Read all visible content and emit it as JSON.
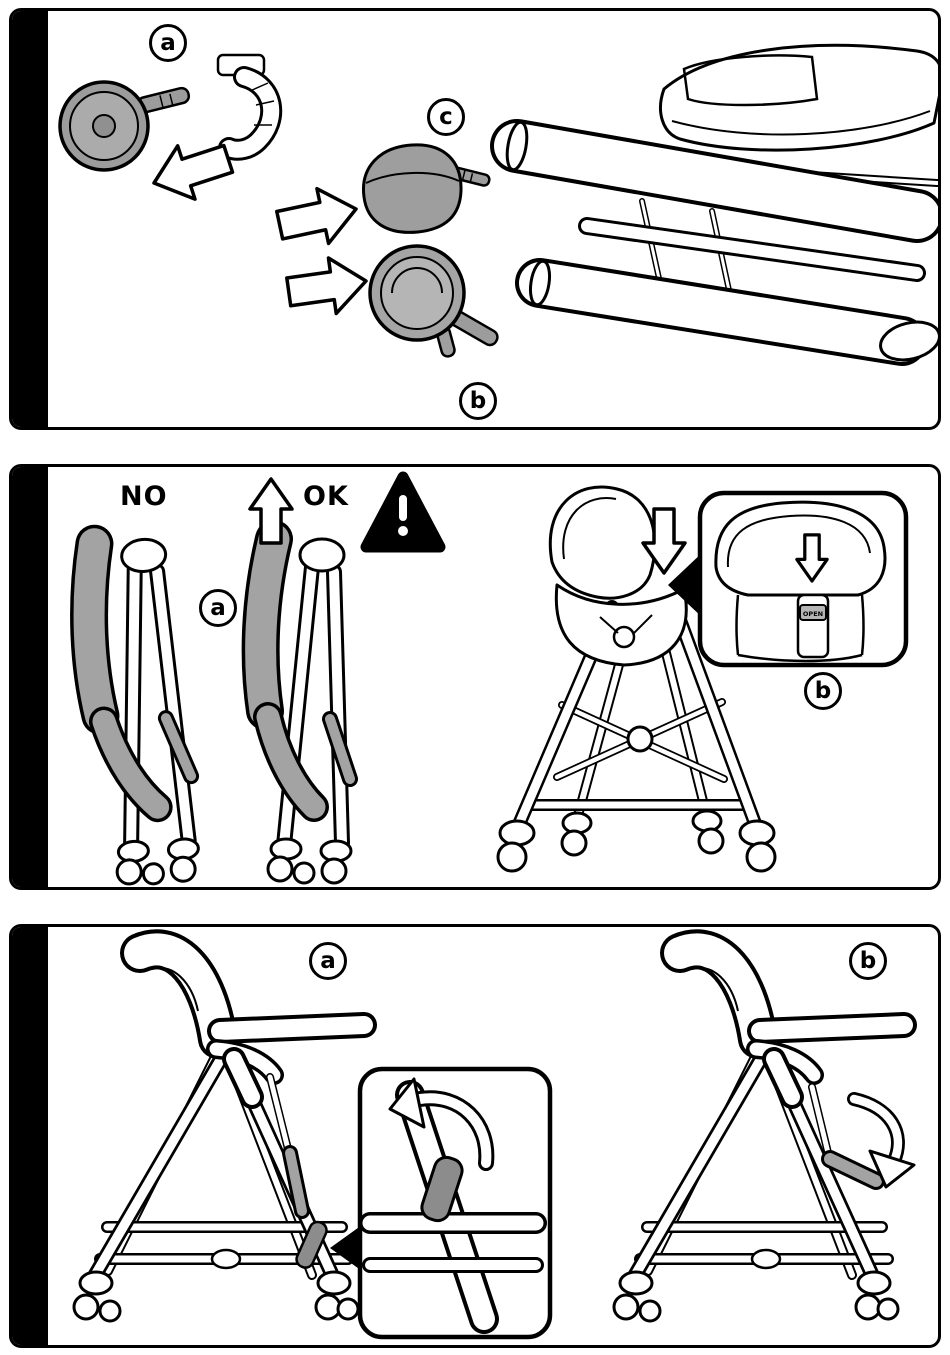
{
  "page": {
    "background": "#ffffff",
    "panel_border": "#000000",
    "accent_bar": "#000000",
    "gray_fill": "#9e9e9e",
    "dark_gray": "#8c8c8c"
  },
  "panel_wheels": {
    "label_a": "a",
    "label_b": "b",
    "label_c": "c"
  },
  "panel_fold": {
    "no_label": "NO",
    "ok_label": "OK",
    "label_a": "a",
    "label_b": "b",
    "open_button": "OPEN"
  },
  "panel_footrest": {
    "label_a": "a",
    "label_b": "b"
  }
}
